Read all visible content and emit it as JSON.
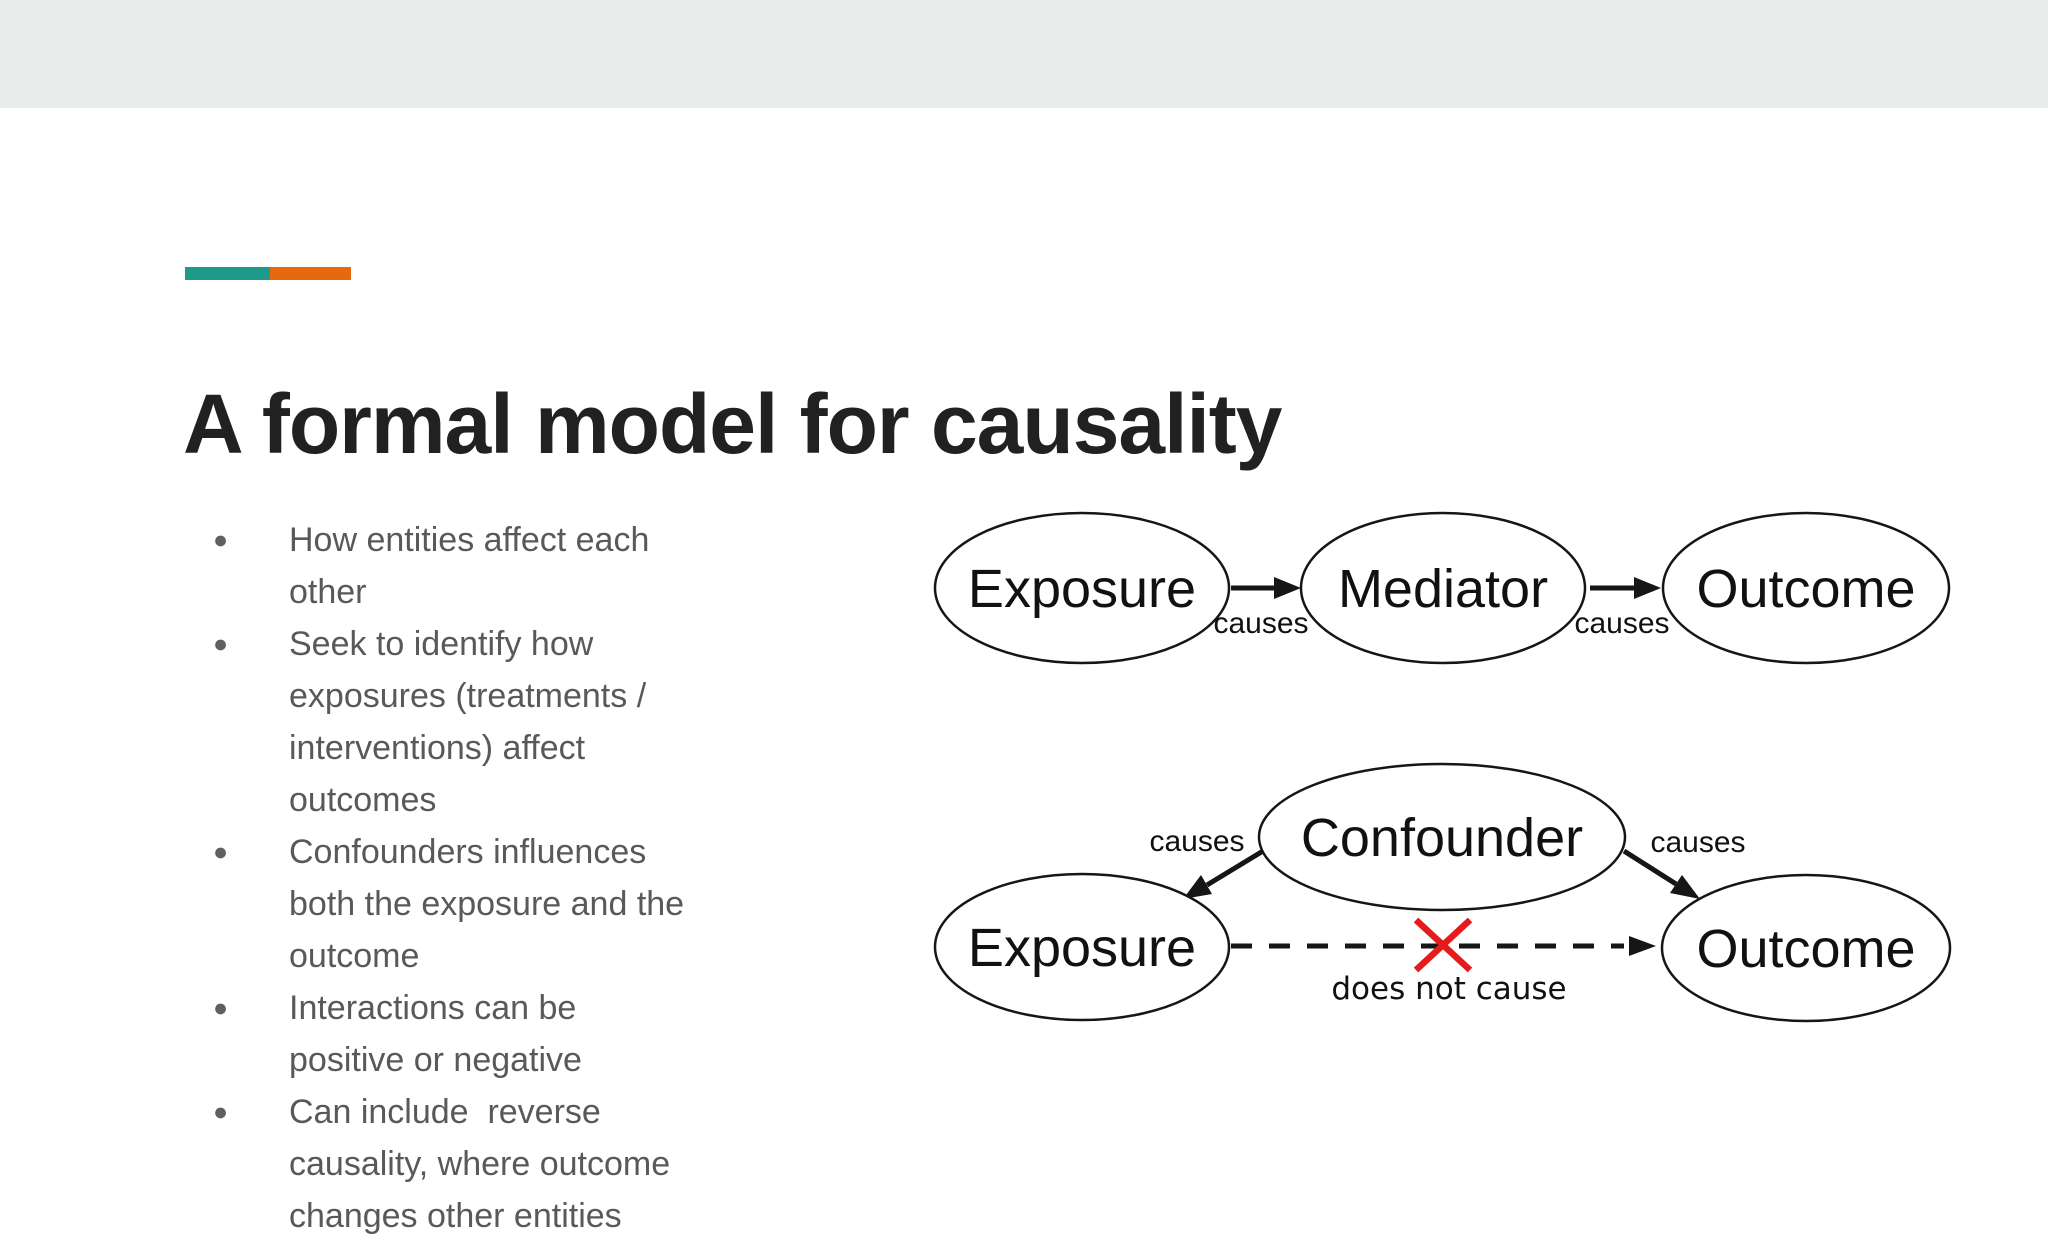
{
  "slide": {
    "top_band_color": "#e8edec",
    "accent_bar": {
      "teal": "#1d9a8a",
      "orange": "#e8680d"
    },
    "title": "A formal model for causality",
    "bullets": [
      "How entities affect each other",
      "Seek to identify how exposures (treatments / interventions) affect outcomes",
      "Confounders influences both the exposure and the outcome",
      "Interactions can be positive or negative",
      "Can include  reverse causality, where outcome changes other entities"
    ]
  },
  "diagram_top": {
    "type": "causal-dag",
    "nodes": {
      "exposure": "Exposure",
      "mediator": "Mediator",
      "outcome": "Outcome"
    },
    "edge_labels": {
      "exposure_mediator": "causes",
      "mediator_outcome": "causes"
    }
  },
  "diagram_bottom": {
    "type": "causal-dag",
    "nodes": {
      "confounder": "Confounder",
      "exposure": "Exposure",
      "outcome": "Outcome"
    },
    "edge_labels": {
      "confounder_exposure": "causes",
      "confounder_outcome": "causes",
      "exposure_outcome": "does not cause"
    },
    "negation_color": "#e41a1c"
  }
}
